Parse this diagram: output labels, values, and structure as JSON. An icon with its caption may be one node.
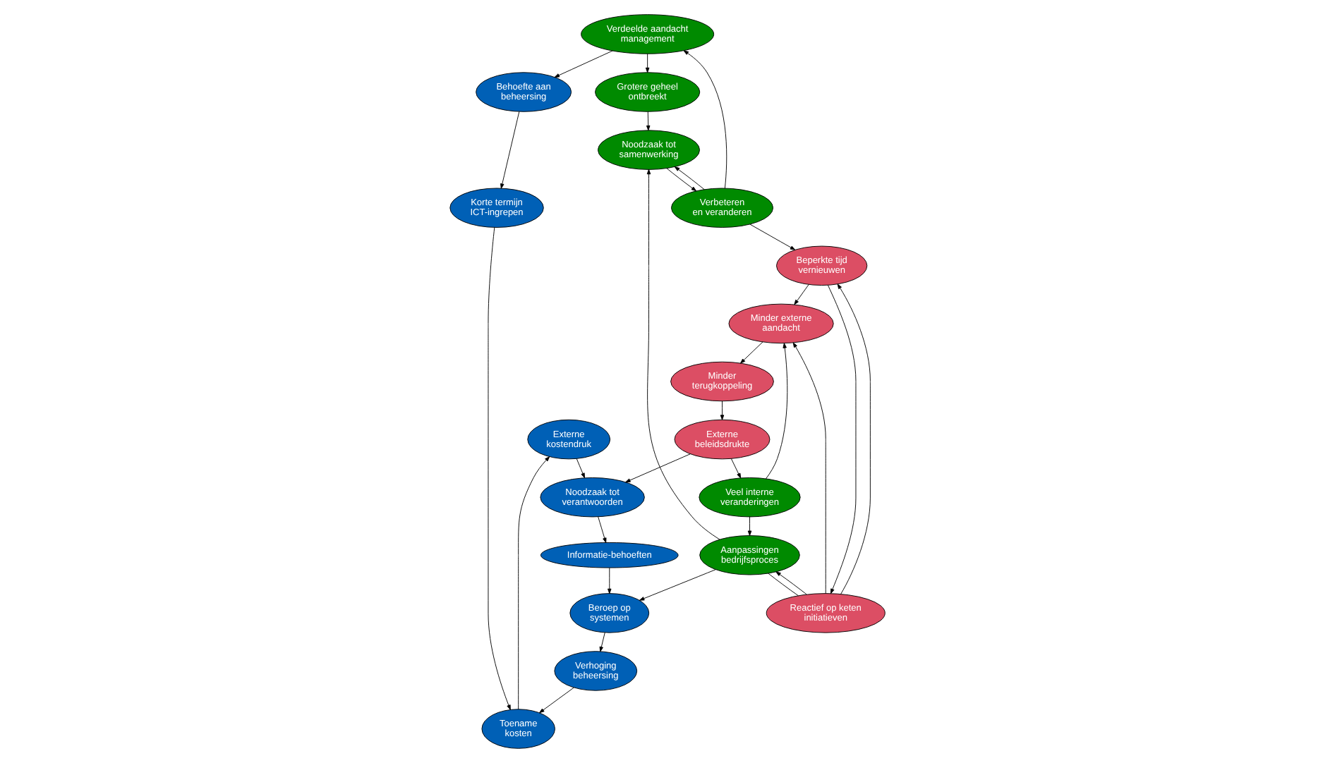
{
  "diagram": {
    "nodes": [
      {
        "text": [
          "Externe kostendruk"
        ]
      },
      {
        "text": [
          "Noodzaak tot verantwoorden"
        ]
      },
      {
        "text": [
          "Externe beleidsdrukte"
        ]
      },
      {
        "text": [
          "Toename kosten"
        ]
      },
      {
        "text": [
          "Minder terugkoppeling"
        ]
      },
      {
        "text": [
          "Veel interne veranderingen"
        ]
      },
      {
        "text": [
          "Informatie-behoeften"
        ]
      },
      {
        "text": [
          "Korte termijn ICT-ingrepen"
        ]
      },
      {
        "text": [
          "Verhoging beheersing"
        ]
      },
      {
        "text": [
          "Beroep op systemen"
        ]
      },
      {
        "text": [
          "Minder externe aandacht"
        ]
      },
      {
        "text": [
          "Aanpassingen bedrijfsproces"
        ]
      },
      {
        "text": [
          "Behoefte aan beheersing"
        ]
      },
      {
        "text": [
          "Grotere geheel ontbreekt"
        ]
      },
      {
        "text": [
          "Noodzaak tot samenwerking"
        ]
      },
      {
        "text": [
          "Reactief op keten initiatieven"
        ]
      },
      {
        "text": [
          "Verdeelde aandacht management"
        ]
      },
      {
        "text": [
          "Verbeteren en veranderen"
        ]
      },
      {
        "text": [
          "Beperkte tijd vernieuwen"
        ]
      }
    ],
    "edges": [
      {
        "from": 3,
        "to": 0,
        "arrow": "to"
      },
      {
        "from": 0,
        "to": 1,
        "arrow": "to"
      },
      {
        "from": 2,
        "to": 1,
        "arrow": "to"
      },
      {
        "from": 1,
        "to": 6,
        "arrow": "to"
      },
      {
        "from": 6,
        "to": 9,
        "arrow": "to"
      },
      {
        "from": 9,
        "to": 8,
        "arrow": "to"
      },
      {
        "from": 8,
        "to": 3,
        "arrow": "to"
      },
      {
        "from": 7,
        "to": 3,
        "arrow": "to"
      },
      {
        "from": 12,
        "to": 7,
        "arrow": "to"
      },
      {
        "from": 16,
        "to": 12,
        "arrow": "to"
      },
      {
        "from": 16,
        "to": 13,
        "arrow": "to"
      },
      {
        "from": 13,
        "to": 14,
        "arrow": "to"
      },
      {
        "from": 11,
        "to": 14,
        "arrow": "to"
      },
      {
        "from": 11,
        "to": 9,
        "arrow": "to"
      },
      {
        "from": 4,
        "to": 2,
        "arrow": "to"
      },
      {
        "from": 2,
        "to": 5,
        "arrow": "to"
      },
      {
        "from": 5,
        "to": 11,
        "arrow": "to"
      },
      {
        "from": 5,
        "to": 10,
        "arrow": "to"
      },
      {
        "from": 10,
        "to": 4,
        "arrow": "to"
      },
      {
        "from": 15,
        "to": 10,
        "arrow": "to"
      },
      {
        "from": 15,
        "to": 11,
        "arrow": "to"
      },
      {
        "from": 11,
        "to": 15,
        "arrow": "none"
      },
      {
        "from": 15,
        "to": 18,
        "arrow": "to"
      },
      {
        "from": 18,
        "to": 15,
        "arrow": "to"
      },
      {
        "from": 18,
        "to": 10,
        "arrow": "to"
      },
      {
        "from": 17,
        "to": 14,
        "arrow": "to"
      },
      {
        "from": 14,
        "to": 17,
        "arrow": "to"
      },
      {
        "from": 17,
        "to": 16,
        "arrow": "to"
      },
      {
        "from": 17,
        "to": 18,
        "arrow": "to"
      }
    ]
  }
}
